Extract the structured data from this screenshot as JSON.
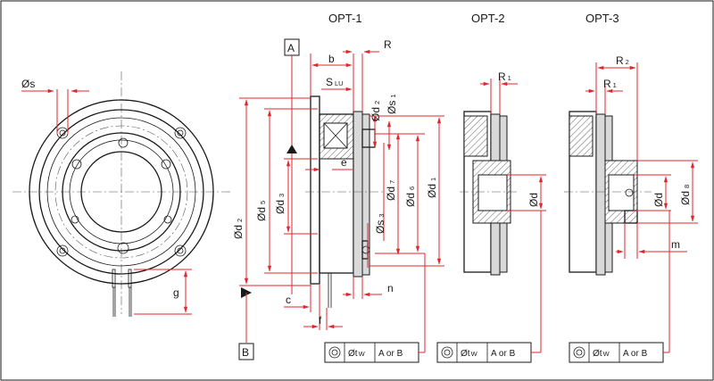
{
  "titles": {
    "opt1": "OPT-1",
    "opt2": "OPT-2",
    "opt3": "OPT-3"
  },
  "datums": {
    "a": "A",
    "b": "B"
  },
  "front_view": {
    "hole_dia": "Øs",
    "g": "g"
  },
  "opt1": {
    "b": "b",
    "r": "R",
    "s_lu_main": "S",
    "s_lu_sub": "LU",
    "d2_main": "Ød",
    "d2_sub": "2",
    "d5_main": "Ød",
    "d5_sub": "5",
    "d3_main": "Ød",
    "d3_sub": "3",
    "ds2_main": "Ød",
    "ds2_sub": "2",
    "ds1_main": "Øs",
    "ds1_sub": "1",
    "d7_main": "Ød",
    "d7_sub": "7",
    "d6_main": "Ød",
    "d6_sub": "6",
    "d1_main": "Ød",
    "d1_sub": "1",
    "s3_main": "Øs",
    "s3_sub": "3",
    "e": "e",
    "c": "c",
    "f": "f",
    "n": "n"
  },
  "opt2": {
    "r1_main": "R",
    "r1_sub": "1",
    "d": "Ød"
  },
  "opt3": {
    "r2_main": "R",
    "r2_sub": "2",
    "r1_main": "R",
    "r1_sub": "1",
    "d": "Ød",
    "d8_main": "Ød",
    "d8_sub": "8",
    "m": "m"
  },
  "tolerance": {
    "t_main": "Øt",
    "t_sub": "W",
    "ref": "A or B"
  }
}
